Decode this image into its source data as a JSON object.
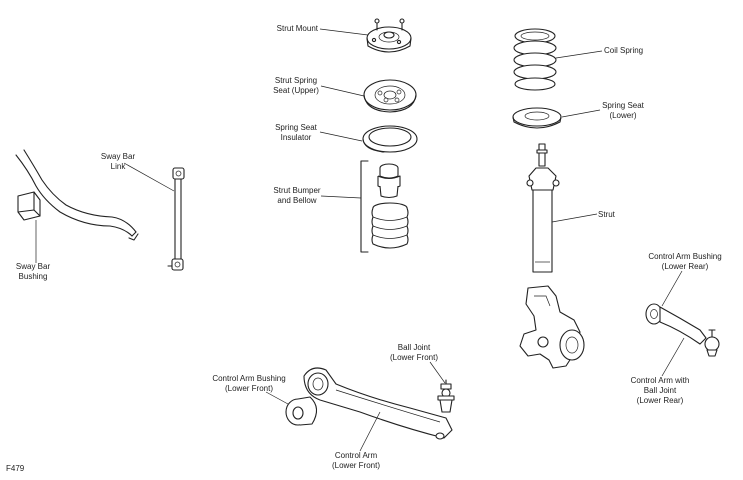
{
  "figure_id": "F479",
  "parts": {
    "strut_mount": [
      "Strut Mount"
    ],
    "strut_spring_seat_upper": [
      "Strut Spring",
      "Seat (Upper)"
    ],
    "spring_seat_insulator": [
      "Spring Seat",
      "Insulator"
    ],
    "strut_bumper_bellow": [
      "Strut Bumper",
      "and Bellow"
    ],
    "coil_spring": [
      "Coil Spring"
    ],
    "spring_seat_lower": [
      "Spring Seat",
      "(Lower)"
    ],
    "strut": [
      "Strut"
    ],
    "sway_bar_link": [
      "Sway Bar",
      "Link"
    ],
    "sway_bar_bushing": [
      "Sway Bar",
      "Bushing"
    ],
    "control_arm_bushing_lower_rear": [
      "Control Arm Bushing",
      "(Lower Rear)"
    ],
    "control_arm_ball_joint_lower_rear": [
      "Control Arm with",
      "Ball Joint",
      "(Lower Rear)"
    ],
    "ball_joint_lower_front": [
      "Ball Joint",
      "(Lower Front)"
    ],
    "control_arm_bushing_lower_front": [
      "Control Arm Bushing",
      "(Lower Front)"
    ],
    "control_arm_lower_front": [
      "Control Arm",
      "(Lower Front)"
    ]
  }
}
